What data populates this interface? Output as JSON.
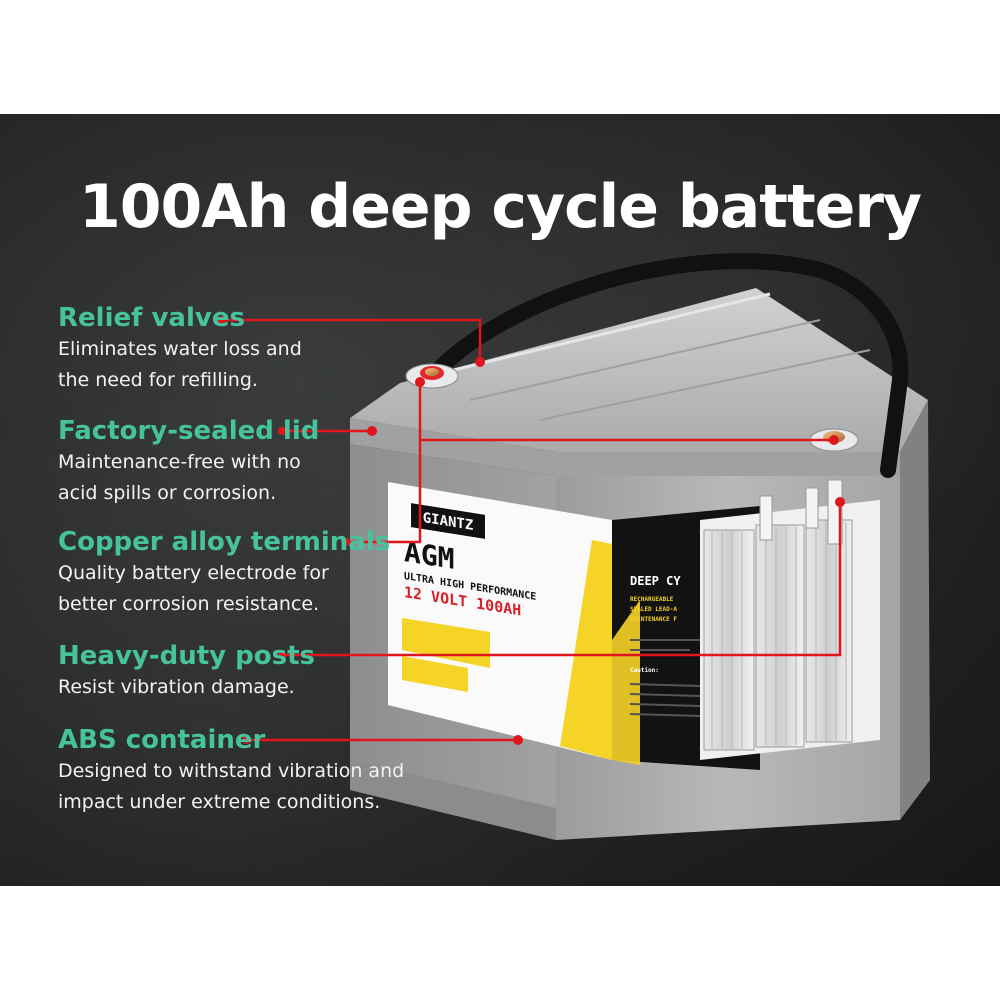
{
  "title": "100Ah deep cycle battery",
  "features": [
    {
      "title": "Relief valves",
      "lines": [
        "Eliminates water loss and",
        "the need for refilling."
      ]
    },
    {
      "title": "Factory-sealed lid",
      "lines": [
        "Maintenance-free with no",
        "acid spills or corrosion."
      ]
    },
    {
      "title": "Copper alloy terminals",
      "lines": [
        "Quality battery electrode for",
        "better corrosion resistance."
      ]
    },
    {
      "title": "Heavy-duty posts",
      "lines": [
        "Resist vibration damage."
      ]
    },
    {
      "title": "ABS container",
      "lines": [
        "Designed to withstand vibration and",
        "impact under extreme conditions."
      ]
    }
  ],
  "battery_label": {
    "brand": "GIANTZ",
    "type": "AGM",
    "subtitle": "ULTRA HIGH PERFORMANCE",
    "rating": "12 VOLT 100AH",
    "side_title": "DEEP CY",
    "side_lines": [
      "RECHARGEABLE",
      "SEALED LEAD-A",
      "MAINTENANCE F"
    ],
    "caution": "Caution:"
  },
  "colors": {
    "accent_green": "#46c39c",
    "callout_red": "#e0161c",
    "label_red": "#d8202a",
    "label_yellow": "#f5d327"
  }
}
